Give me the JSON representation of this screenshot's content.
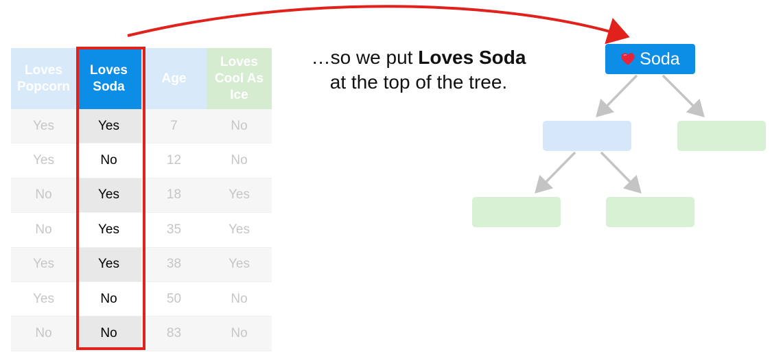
{
  "table": {
    "headers": {
      "popcorn": [
        "Loves",
        "Popcorn"
      ],
      "soda": [
        "Loves",
        "Soda"
      ],
      "age": [
        "Age"
      ],
      "ice": [
        "Loves",
        "Cool As",
        "Ice"
      ]
    },
    "rows": [
      {
        "popcorn": "Yes",
        "soda": "Yes",
        "age": "7",
        "ice": "No"
      },
      {
        "popcorn": "Yes",
        "soda": "No",
        "age": "12",
        "ice": "No"
      },
      {
        "popcorn": "No",
        "soda": "Yes",
        "age": "18",
        "ice": "Yes"
      },
      {
        "popcorn": "No",
        "soda": "Yes",
        "age": "35",
        "ice": "Yes"
      },
      {
        "popcorn": "Yes",
        "soda": "Yes",
        "age": "38",
        "ice": "Yes"
      },
      {
        "popcorn": "Yes",
        "soda": "No",
        "age": "50",
        "ice": "No"
      },
      {
        "popcorn": "No",
        "soda": "No",
        "age": "83",
        "ice": "No"
      }
    ]
  },
  "caption": {
    "line1_prefix": "…so we put ",
    "line1_bold": "Loves Soda",
    "line2": "at the top of the tree."
  },
  "tree": {
    "root_label": "Soda",
    "root_icon": "heart-icon"
  },
  "colors": {
    "highlight_red": "#e0211c",
    "soda_blue": "#0c8de6",
    "faded_blue": "#d8e9f9",
    "faded_green": "#d6ecd1",
    "arrow_gray": "#c4c4c4"
  }
}
